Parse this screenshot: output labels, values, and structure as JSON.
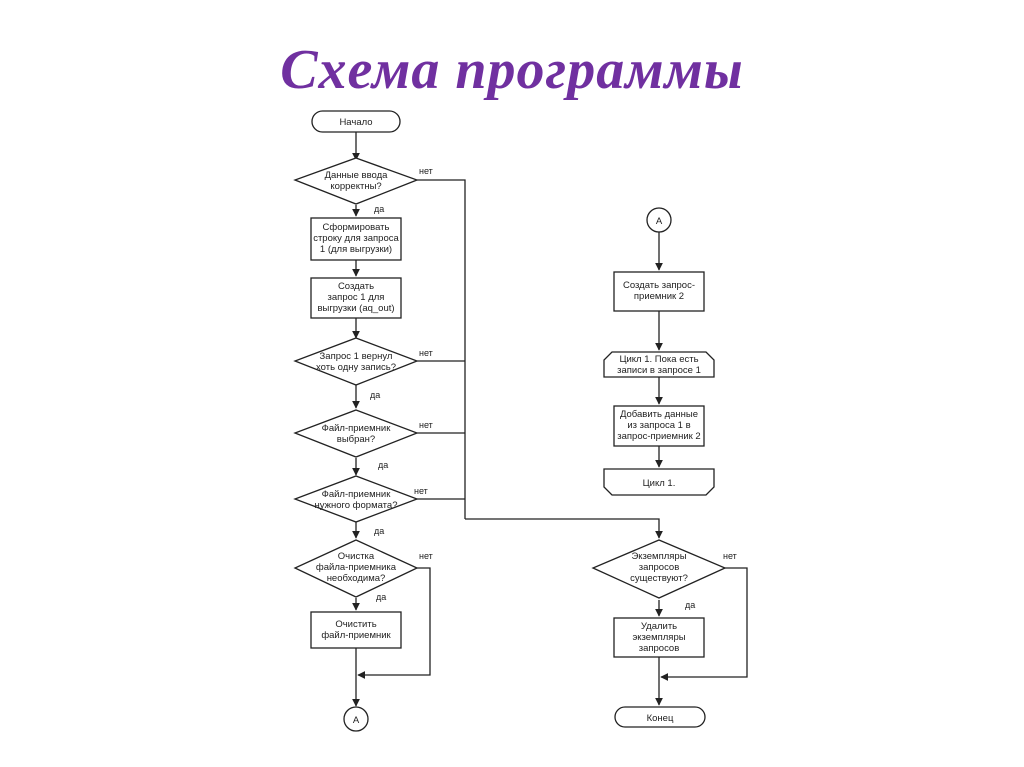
{
  "slide": {
    "title": "Схема программы"
  },
  "flow": {
    "start": "Начало",
    "check_input": [
      "Данные ввода",
      "корректны?"
    ],
    "form_string": [
      "Сформировать",
      "строку для запроса",
      "1 (для выгрузки)"
    ],
    "create_query1": [
      "Создать",
      "запрос 1 для",
      "выгрузки (aq_out)"
    ],
    "query1_has_records": [
      "Запрос 1 вернул",
      "хоть одну запись?"
    ],
    "file_selected": [
      "Файл-приемник",
      "выбран?"
    ],
    "file_format": [
      "Файл-приемник",
      "нужного формата?"
    ],
    "clear_needed": [
      "Очистка",
      "файла-приемника",
      "необходима?"
    ],
    "clear_file": [
      "Очистить",
      "файл-приемник"
    ],
    "connector": "A",
    "create_query2": [
      "Создать запрос-",
      "приемник 2"
    ],
    "loop_start": [
      "Цикл 1. Пока есть",
      "записи в запросе 1"
    ],
    "add_data": [
      "Добавить данные",
      "из запроса 1 в",
      "запрос-приемник 2"
    ],
    "loop_end": "Цикл 1.",
    "instances_exist": [
      "Экземпляры",
      "запросов",
      "существуют?"
    ],
    "delete_instances": [
      "Удалить",
      "экземпляры",
      "запросов"
    ],
    "end": "Конец",
    "yes": "да",
    "no": "нет"
  }
}
